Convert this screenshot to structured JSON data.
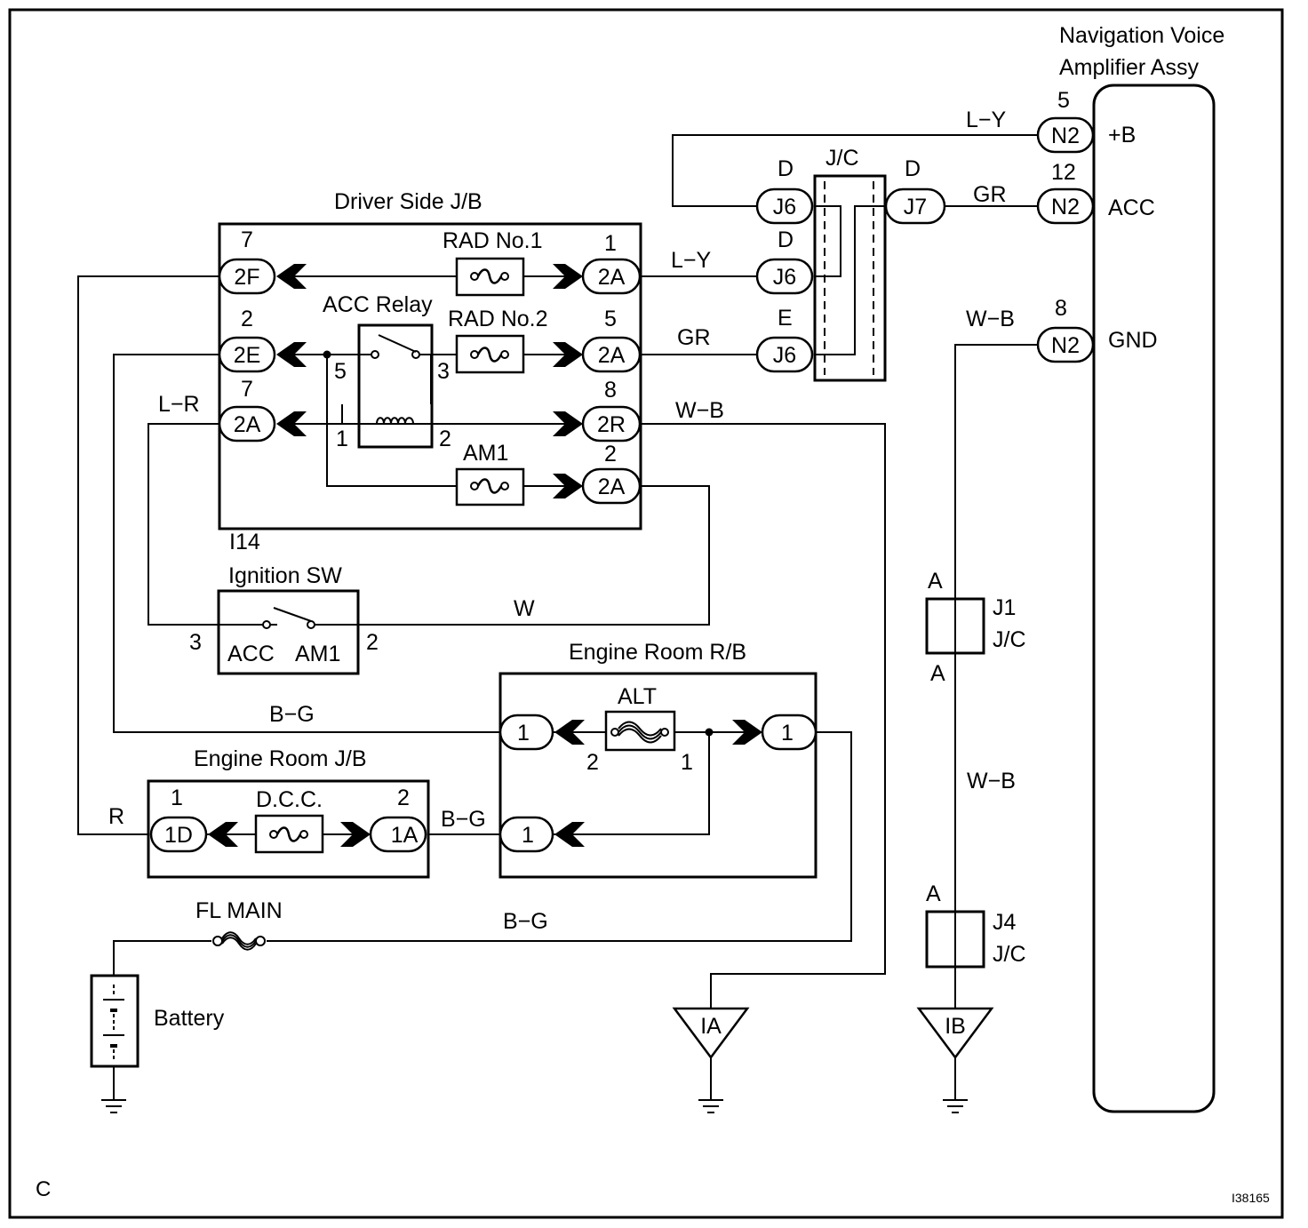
{
  "corner_letter": "C",
  "figure_code": "I38165",
  "components": {
    "nav_amp": {
      "name_line1": "Navigation Voice",
      "name_line2": "Amplifier Assy",
      "pins": {
        "b": "+B",
        "acc": "ACC",
        "gnd": "GND"
      },
      "pin_numbers": {
        "b": "5",
        "acc": "12",
        "gnd": "8"
      }
    },
    "driver_jb": {
      "name": "Driver Side J/B",
      "code": "I14"
    },
    "jc": {
      "name": "J/C"
    },
    "rad1": {
      "name": "RAD No.1"
    },
    "rad2": {
      "name": "RAD No.2"
    },
    "acc_relay": {
      "name": "ACC Relay",
      "pins": {
        "p5": "5",
        "p3": "3",
        "p1": "1",
        "p2": "2"
      }
    },
    "am1_fuse": {
      "name": "AM1"
    },
    "ignition_sw": {
      "name": "Ignition SW",
      "acc": "ACC",
      "am1": "AM1",
      "pin_left": "3",
      "pin_right": "2"
    },
    "engine_rb": {
      "name": "Engine Room R/B"
    },
    "alt": {
      "name": "ALT",
      "pin_left": "2",
      "pin_right": "1"
    },
    "engine_jb": {
      "name": "Engine Room J/B"
    },
    "dcc": {
      "name": "D.C.C."
    },
    "fl_main": {
      "name": "FL MAIN"
    },
    "battery": {
      "name": "Battery"
    },
    "j1": {
      "code": "J1",
      "type": "J/C",
      "top": "A",
      "bottom": "A"
    },
    "j4": {
      "code": "J4",
      "type": "J/C",
      "top": "A"
    },
    "ground_ia": "IA",
    "ground_ib": "IB"
  },
  "connectors": {
    "n2_b": "N2",
    "n2_acc": "N2",
    "n2_gnd": "N2",
    "j6_top": "J6",
    "j6_mid": "J6",
    "j6_bot": "J6",
    "j7": "J7",
    "j6_top_pin": "D",
    "j6_mid_pin": "D",
    "j6_bot_pin": "E",
    "j7_pin": "D",
    "c2f": "2F",
    "c2f_pin": "7",
    "c2e": "2E",
    "c2e_pin": "2",
    "c2a_l": "2A",
    "c2a_l_pin": "7",
    "c2a_r1": "2A",
    "c2a_r1_pin": "1",
    "c2a_r2": "2A",
    "c2a_r2_pin": "5",
    "c2r": "2R",
    "c2r_pin": "8",
    "c2a_r3": "2A",
    "c2a_r3_pin": "2",
    "rb_1a": "1",
    "rb_1b": "1",
    "rb_1c": "1",
    "c1d": "1D",
    "c1d_pin": "1",
    "c1a": "1A",
    "c1a_pin": "2"
  },
  "wires": {
    "ly_top": "L−Y",
    "gr_top": "GR",
    "wb_top": "W−B",
    "ly_mid": "L−Y",
    "gr_mid": "GR",
    "wb_mid": "W−B",
    "lr": "L−R",
    "w": "W",
    "bg_top": "B−G",
    "r": "R",
    "bg_mid": "B−G",
    "bg_bot": "B−G",
    "wb_right": "W−B"
  }
}
